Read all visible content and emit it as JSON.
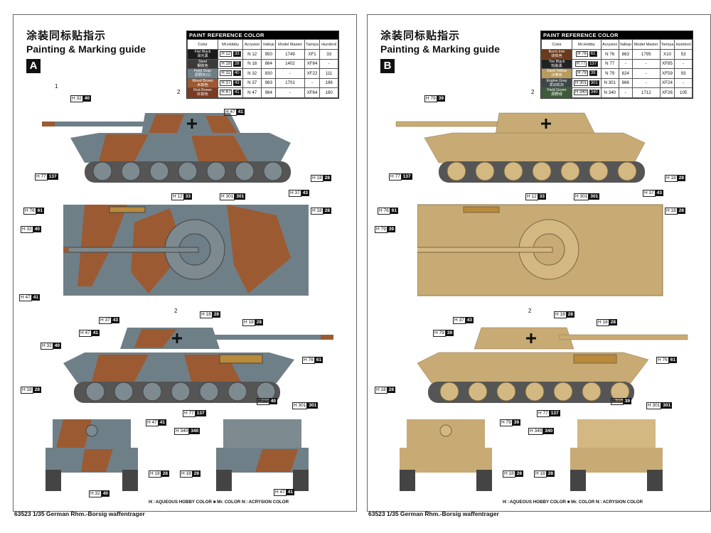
{
  "sheets": [
    {
      "id": "a",
      "title_cn": "涂装同标贴指示",
      "title_en": "Painting & Marking guide",
      "badge": "A",
      "table_header": "PAINT REFERENCE COLOR",
      "columns": [
        "Color",
        "Mr.Hobby",
        "Acrysion",
        "Vallejo",
        "Model Master",
        "Tamiya",
        "Humbrol"
      ],
      "rows": [
        {
          "name": "Flat Black",
          "cn": "消光黑",
          "color": "#1c1c1c",
          "h": "H 12",
          "hcode": "33",
          "n": "N 12",
          "vallejo": "950",
          "mm": "1749",
          "tamiya": "XF1",
          "humbrol": "33"
        },
        {
          "name": "Steel",
          "cn": "钢铁色",
          "color": "#3a3a3a",
          "h": "H 18",
          "hcode": "28",
          "n": "N 18",
          "vallejo": "864",
          "mm": "1402",
          "tamiya": "XF84",
          "humbrol": "-"
        },
        {
          "name": "Field Gray",
          "cn": "原野灰(1)",
          "color": "#6f7f88",
          "h": "H 32",
          "hcode": "40",
          "n": "N 32",
          "vallejo": "830",
          "mm": "-",
          "tamiya": "XF22",
          "humbrol": "111"
        },
        {
          "name": "Wood Brown",
          "cn": "木棕色",
          "color": "#9c5a32",
          "h": "H 37",
          "hcode": "43",
          "n": "N 37",
          "vallejo": "983",
          "mm": "1701",
          "tamiya": "-",
          "humbrol": "186"
        },
        {
          "name": "Red Brown",
          "cn": "红棕色",
          "color": "#7a3a24",
          "h": "H 47",
          "hcode": "41",
          "n": "N 47",
          "vallejo": "984",
          "mm": "-",
          "tamiya": "XF64",
          "humbrol": "160"
        }
      ],
      "num1": "1",
      "num2": "2",
      "num2b": "2"
    },
    {
      "id": "b",
      "title_cn": "涂装同标贴指示",
      "title_en": "Painting & Marking guide",
      "badge": "B",
      "table_header": "PAINT REFERENCE COLOR",
      "columns": [
        "Color",
        "Mr.Hobby",
        "Acrysion",
        "Vallejo",
        "Model Master",
        "Tamiya",
        "Humbrol"
      ],
      "rows": [
        {
          "name": "Burnt Iron",
          "cn": "烧铁色",
          "color": "#6a3a1c",
          "h": "H 76",
          "hcode": "61",
          "n": "N 76",
          "vallejo": "863",
          "mm": "1795",
          "tamiya": "X10",
          "humbrol": "53"
        },
        {
          "name": "Tire Black",
          "cn": "轮胎黑",
          "color": "#222",
          "h": "H 77",
          "hcode": "137",
          "n": "N 77",
          "vallejo": "-",
          "mm": "-",
          "tamiya": "XF85",
          "humbrol": "-"
        },
        {
          "name": "Sand Yellow",
          "cn": "沙黄色",
          "color": "#b99b5e",
          "h": "H 79",
          "hcode": "39",
          "n": "N 79",
          "vallejo": "824",
          "mm": "-",
          "tamiya": "XF59",
          "humbrol": "93"
        },
        {
          "name": "Engine Gray",
          "cn": "发动机灰",
          "color": "#3d4548",
          "h": "H 301",
          "hcode": "301",
          "n": "N 301",
          "vallejo": "866",
          "mm": "-",
          "tamiya": "XF24",
          "humbrol": "-"
        },
        {
          "name": "Field Green",
          "cn": "原野绿",
          "color": "#3e5a3a",
          "h": "H 340",
          "hcode": "340",
          "n": "N 340",
          "vallejo": "-",
          "mm": "1712",
          "tamiya": "XF26",
          "humbrol": "105"
        }
      ],
      "num2": "2",
      "num2b": "2"
    }
  ],
  "labels_a": {
    "barrel": "H 32|40",
    "top": "H 47|41",
    "hull": "H 77|137",
    "wheels": "H 18|28",
    "p1": "H 12|33",
    "p2": "H 301|301",
    "p3": "H 37|43",
    "p4": "H 76|61",
    "p5": "H 18|28",
    "p6": "H 32|40",
    "p7": "H 47|41",
    "p8": "H 37|43",
    "p9": "H 18|28",
    "p10": "H 18|28",
    "s1": "H 47|41",
    "s2": "H 32|40",
    "s3": "H 76|61",
    "s4": "H 18|28",
    "s5": "H 77|137",
    "r1": "H 47|41",
    "r2": "H 32|40",
    "r3": "H 301|301",
    "r4": "H 340|340",
    "r5": "H 18|28",
    "r6": "H 18|28",
    "r7": "H 32|40",
    "r8": "H 47|41"
  },
  "labels_b": {
    "barrel": "H 79|39",
    "hull": "H 77|137",
    "wheels": "H 18|28",
    "p1": "H 12|33",
    "p2": "H 301|301",
    "p3": "H 37|43",
    "p4": "H 76|61",
    "p5": "H 18|28",
    "p6": "H 79|39",
    "p8": "H 37|43",
    "p9": "H 18|28",
    "p10": "H 18|28",
    "s1": "H 79|39",
    "s3": "H 76|61",
    "s4": "H 18|28",
    "s5": "H 77|137",
    "r1": "H 79|39",
    "r3": "H 301|301",
    "r4": "H 340|340",
    "r5": "H 18|28",
    "r6": "H 18|28",
    "r9": "H 79|39"
  },
  "legend": "H□ AQUEOUS HOBBY COLOR   ■ Mr. COLOR   N□ ACRYSION COLOR",
  "footer": "63523 1/35  German Rhm.-Borsig waffentrager",
  "colors": {
    "field_gray": "#6f7f88",
    "wood_brown": "#9c5a32",
    "sand": "#c8ab74",
    "track": "#555"
  }
}
